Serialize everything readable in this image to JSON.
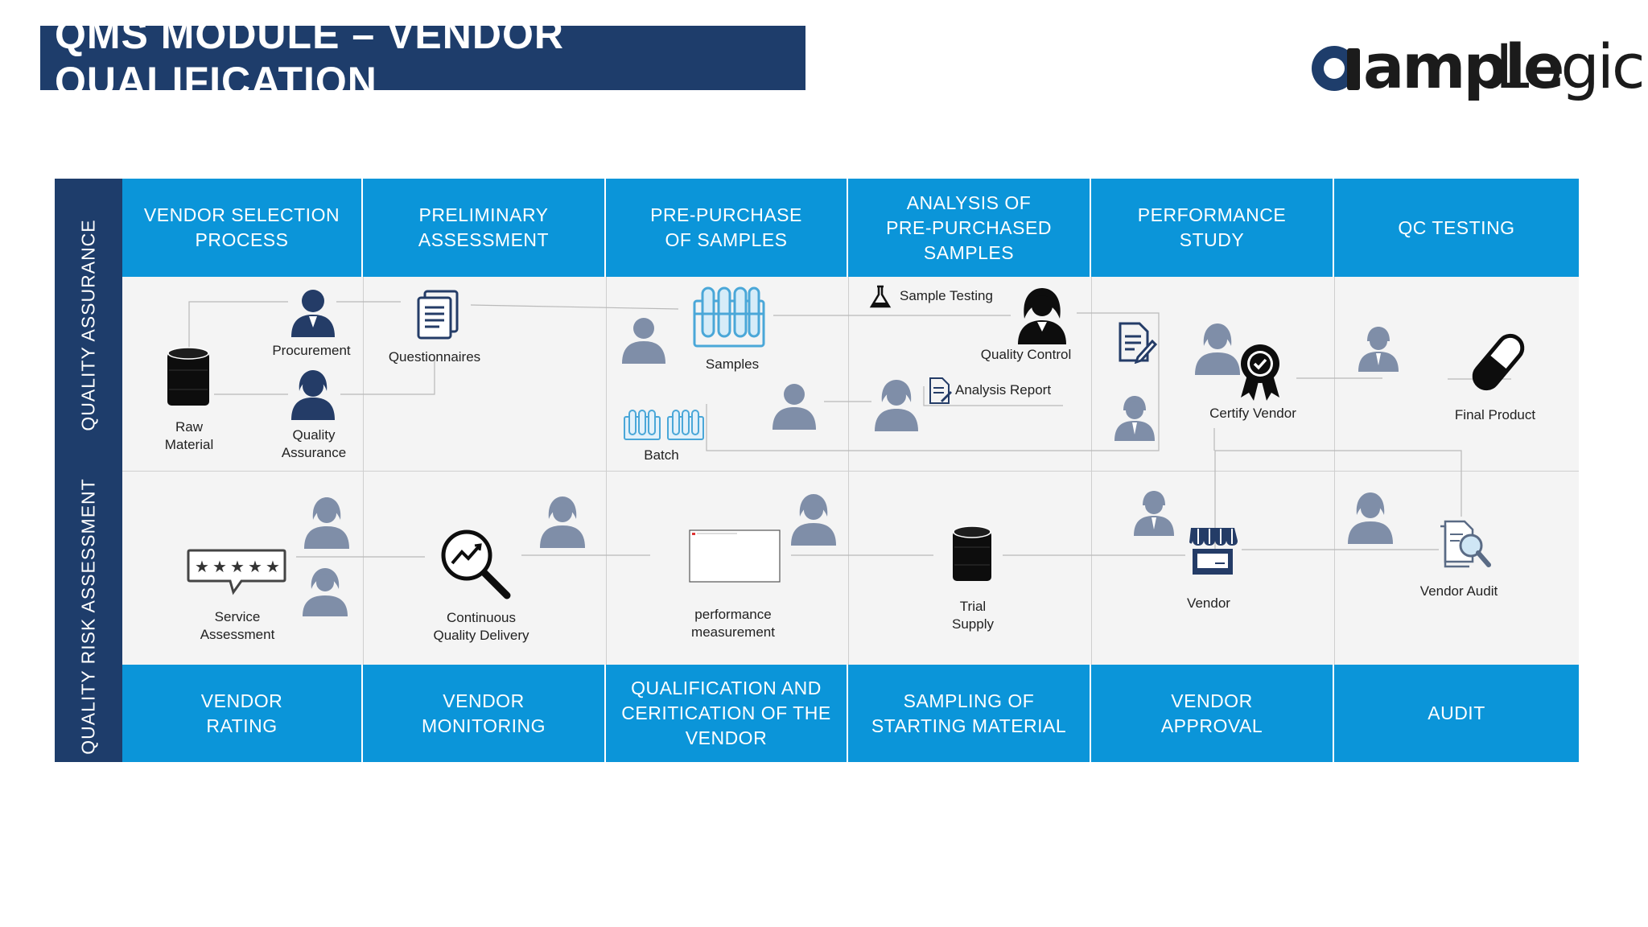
{
  "header": {
    "title": "QMS MODULE – VENDOR QUALIFICATION"
  },
  "logo": {
    "part1": "ample",
    "part2": "Logic"
  },
  "rows": {
    "top": "QUALITY ASSURANCE",
    "bottom": "QUALITY RISK ASSESSMENT"
  },
  "top_headers": [
    "VENDOR SELECTION\nPROCESS",
    "PRELIMINARY\nASSESSMENT",
    "PRE-PURCHASE\nOF SAMPLES",
    "ANALYSIS OF\nPRE-PURCHASED\nSAMPLES",
    "PERFORMANCE\nSTUDY",
    "QC TESTING"
  ],
  "bottom_headers": [
    "VENDOR\nRATING",
    "VENDOR\nMONITORING",
    "QUALIFICATION AND\nCERITICATION OF THE\nVENDOR",
    "SAMPLING OF\nSTARTING MATERIAL",
    "VENDOR\nAPPROVAL",
    "AUDIT"
  ],
  "labels": {
    "procurement": "Procurement",
    "questionnaires": "Questionnaires",
    "raw_material": "Raw\nMaterial",
    "quality_assurance": "Quality\nAssurance",
    "samples": "Samples",
    "batch": "Batch",
    "sample_testing": "Sample Testing",
    "quality_control": "Quality Control",
    "analysis_report": "Analysis Report",
    "certify_vendor": "Certify Vendor",
    "final_product": "Final Product",
    "service_assessment": "Service\nAssessment",
    "continuous_quality": "Continuous\nQuality Delivery",
    "performance_measurement": "performance\nmeasurement",
    "trial_supply": "Trial\nSupply",
    "vendor": "Vendor",
    "vendor_audit": "Vendor Audit"
  },
  "colors": {
    "navy": "#1e3d6b",
    "header_blue": "#0b95d9",
    "icon_navy": "#243c67",
    "icon_grey": "#7f8ea8",
    "samples_blue": "#4aa7d8"
  },
  "icons": [
    "drum-icon",
    "person-icon",
    "document-icon",
    "test-tubes-icon",
    "flask-icon",
    "person-female-icon",
    "report-icon",
    "edit-document-icon",
    "award-badge-icon",
    "capsule-icon",
    "rating-stars-icon",
    "magnifier-chart-icon",
    "store-icon",
    "audit-magnifier-icon"
  ]
}
